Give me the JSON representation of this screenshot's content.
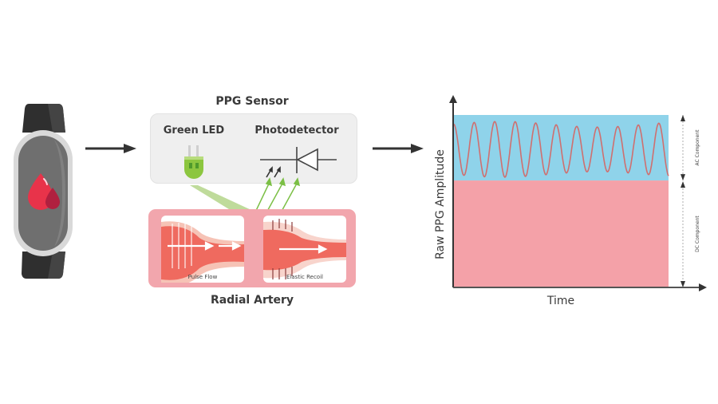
{
  "watch": {
    "icon": "fitness-band-with-blood-drop"
  },
  "sensor": {
    "title": "PPG Sensor",
    "led_label": "Green LED",
    "detector_label": "Photodetector"
  },
  "artery": {
    "title": "Radial Artery",
    "panels": [
      {
        "label": "Pulse Flow"
      },
      {
        "label": "Elastic Recoil"
      }
    ]
  },
  "colors": {
    "ac_band": "#8fd3ea",
    "dc_band": "#f4a1a8",
    "waveform": "#cf6f6f",
    "led_green": "#7ac143",
    "artery_red": "#ef6a5f",
    "frame_pink": "#f2a6ad",
    "dark_text": "#3a3a3a"
  },
  "chart_data": {
    "type": "line",
    "title": "",
    "xlabel": "Time",
    "ylabel": "Raw PPG Amplitude",
    "grid": false,
    "components": [
      {
        "name": "AC Component",
        "fraction_of_height": 0.38
      },
      {
        "name": "DC Component",
        "fraction_of_height": 0.62
      }
    ],
    "series": [
      {
        "name": "PPG waveform",
        "cycles": 10.5,
        "description": "periodic pulsatile oscillation within AC band, amplitude ~0.85 of AC band"
      }
    ]
  }
}
